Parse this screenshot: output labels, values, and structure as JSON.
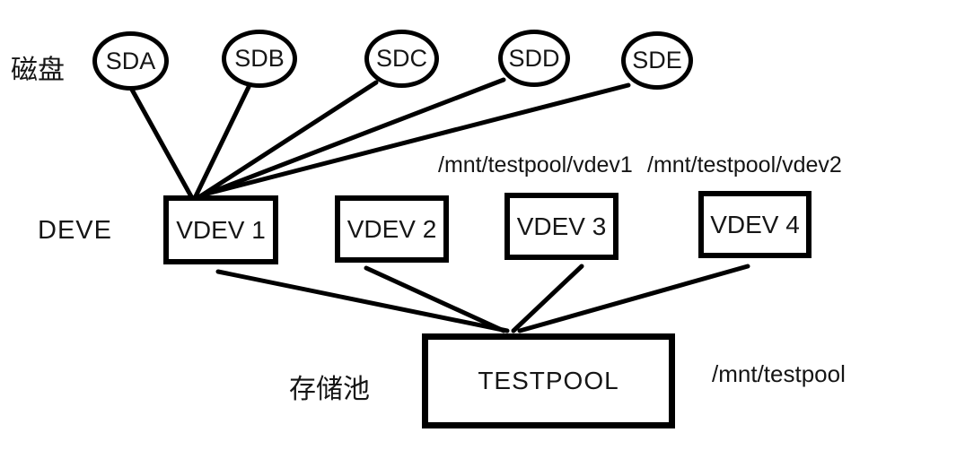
{
  "labels": {
    "disks_cn": "磁盘",
    "layer_deve": "DEVE",
    "pool_cn": "存储池",
    "mnt_vdev1": "/mnt/testpool/vdev1",
    "mnt_vdev2": "/mnt/testpool/vdev2",
    "mnt_testpool": "/mnt/testpool"
  },
  "disks": [
    {
      "label": "SDA"
    },
    {
      "label": "SDB"
    },
    {
      "label": "SDC"
    },
    {
      "label": "SDD"
    },
    {
      "label": "SDE"
    }
  ],
  "vdevs": [
    {
      "label": "VDEV 1"
    },
    {
      "label": "VDEV 2"
    },
    {
      "label": "VDEV 3"
    },
    {
      "label": "VDEV 4"
    }
  ],
  "pool": {
    "label": "TESTPOOL"
  },
  "colors": {
    "stroke": "#000000",
    "text": "#151515",
    "background": "#ffffff"
  }
}
